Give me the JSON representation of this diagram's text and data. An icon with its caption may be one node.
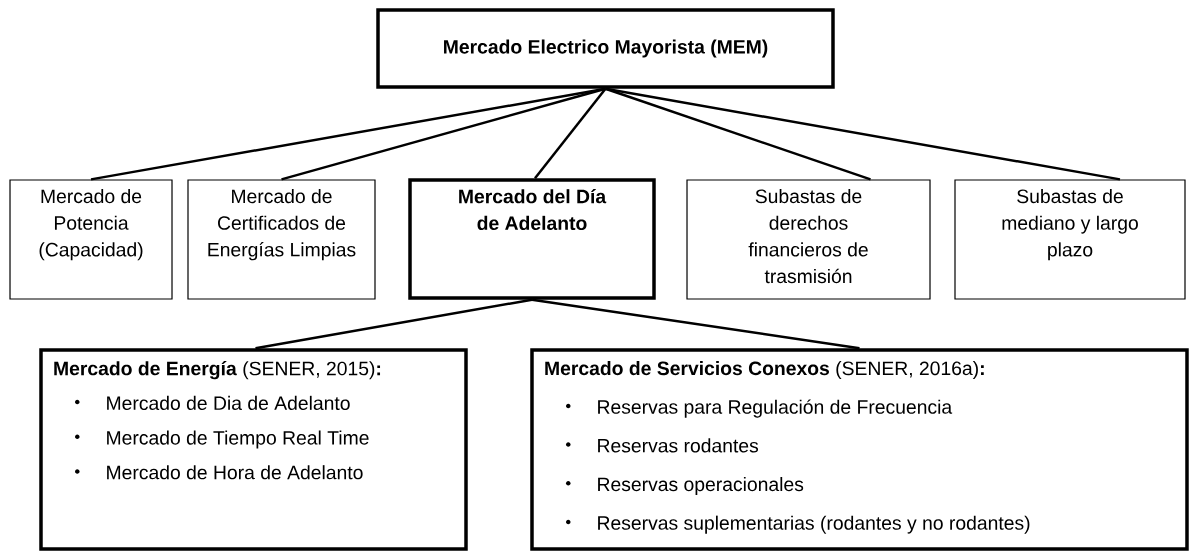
{
  "diagram": {
    "nodes": [
      {
        "text": [
          "Mercado Electrico Mayorista (MEM)"
        ]
      },
      {
        "text": [
          "Mercado de Potencia (Capacidad)"
        ]
      },
      {
        "text": [
          "Mercado de Certificados de Energías Limpias"
        ]
      },
      {
        "text": [
          "Mercado del Día de Adelanto"
        ]
      },
      {
        "text": [
          "Subastas de derechos financieros de trasmisión"
        ]
      },
      {
        "text": [
          "Subastas de mediano y largo plazo"
        ]
      },
      {
        "text": [
          "**Mercado de Energía** (SENER, 2015)**:**",
          "Mercado de Dia de Adelanto",
          "Mercado de Tiempo Real Time",
          "Mercado de Hora de Adelanto"
        ]
      },
      {
        "text": [
          "**Mercado de Servicios Conexos** (SENER, 2016a)**:**",
          "Reservas para Regulación de Frecuencia",
          "Reservas rodantes",
          "Reservas operacionales",
          "Reservas suplementarias  (rodantes y no rodantes)"
        ]
      }
    ],
    "edges": [
      {
        "from": 0,
        "to": 1,
        "arrow": "none"
      },
      {
        "from": 0,
        "to": 2,
        "arrow": "none"
      },
      {
        "from": 0,
        "to": 3,
        "arrow": "none"
      },
      {
        "from": 0,
        "to": 4,
        "arrow": "none"
      },
      {
        "from": 0,
        "to": 5,
        "arrow": "none"
      },
      {
        "from": 3,
        "to": 6,
        "arrow": "none"
      },
      {
        "from": 3,
        "to": 7,
        "arrow": "none"
      }
    ]
  }
}
